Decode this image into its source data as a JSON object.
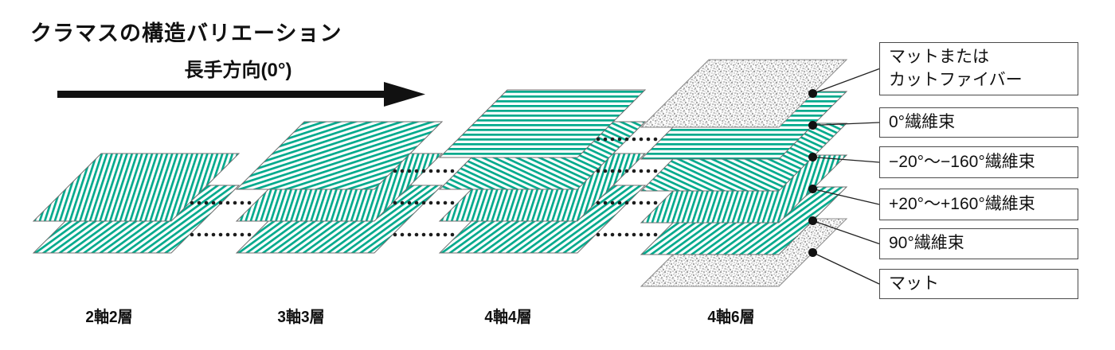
{
  "title": "クラマスの構造バリエーション",
  "arrow": {
    "label": "長手方向(0°)"
  },
  "colors": {
    "fiber_teal": "#00a98c",
    "mat_speckle": "#9d9d9d",
    "ink": "#111111",
    "layer_edge": "#6f6f6f"
  },
  "stacks": [
    {
      "label": "2軸2層",
      "layers": [
        "fiber-pos-bias",
        "fiber-90"
      ]
    },
    {
      "label": "3軸3層",
      "layers": [
        "fiber-low-bias",
        "fiber-pos-bias",
        "fiber-90"
      ]
    },
    {
      "label": "4軸4層",
      "layers": [
        "fiber-0",
        "fiber-neg-bias",
        "fiber-pos-bias",
        "fiber-90"
      ]
    },
    {
      "label": "4軸6層",
      "layers": [
        "mat",
        "fiber-0",
        "fiber-neg-bias",
        "fiber-pos-bias",
        "fiber-90",
        "mat"
      ]
    }
  ],
  "legend_boxes": [
    {
      "lines": [
        "マットまたは",
        "カットファイバー"
      ]
    },
    {
      "lines": [
        "0°繊維束"
      ]
    },
    {
      "lines": [
        "−20°〜−160°繊維束"
      ]
    },
    {
      "lines": [
        "+20°〜+160°繊維束"
      ]
    },
    {
      "lines": [
        "90°繊維束"
      ]
    },
    {
      "lines": [
        "マット"
      ]
    }
  ]
}
